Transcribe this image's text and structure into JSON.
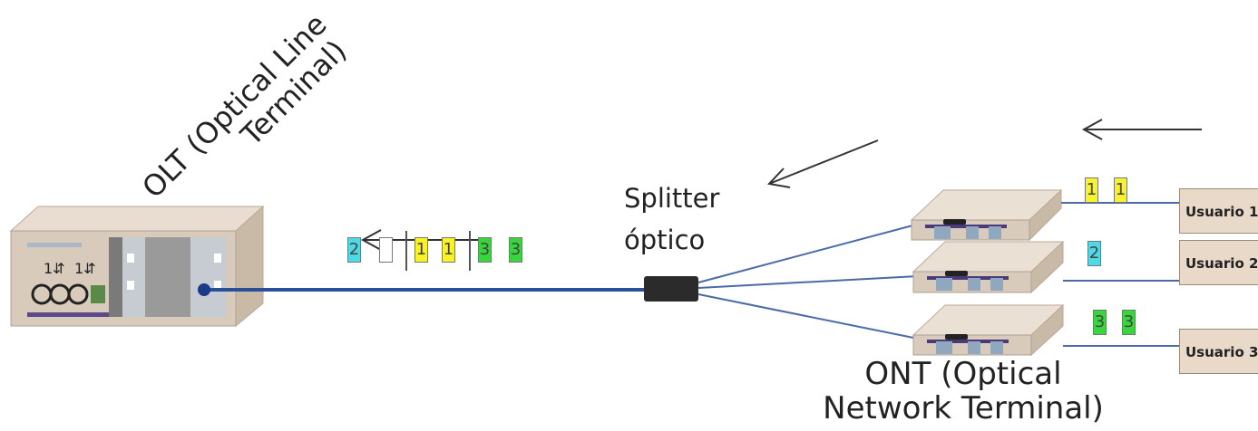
{
  "labels": {
    "olt_line1": "OLT (Optical Line",
    "olt_line2": "Terminal)",
    "splitter_line1": "Splitter",
    "splitter_line2": "óptico",
    "ont_line1": "ONT (Optical",
    "ont_line2": "Network Terminal)"
  },
  "users": [
    {
      "label": "Usuario 1"
    },
    {
      "label": "Usuario 2"
    },
    {
      "label": "Usuario 3"
    }
  ],
  "trunk_packets": [
    {
      "text": "2",
      "color": "cyan"
    },
    {
      "text": "",
      "color": "white"
    },
    {
      "text": "1",
      "color": "yellow"
    },
    {
      "text": "1",
      "color": "yellow"
    },
    {
      "text": "3",
      "color": "green"
    },
    {
      "text": "3",
      "color": "green"
    }
  ],
  "branch_packets": {
    "user1": [
      {
        "text": "1",
        "color": "yellow"
      },
      {
        "text": "1",
        "color": "yellow"
      }
    ],
    "user2": [
      {
        "text": "2",
        "color": "cyan"
      }
    ],
    "user3": [
      {
        "text": "3",
        "color": "green"
      },
      {
        "text": "3",
        "color": "green"
      }
    ]
  },
  "colors": {
    "fiber": "#2a4f9a",
    "yellow": "#f7f22a",
    "cyan": "#4fd8e6",
    "green": "#38d63c",
    "device_body": "#d6c8b8",
    "user_box": "#e8d9c8"
  }
}
